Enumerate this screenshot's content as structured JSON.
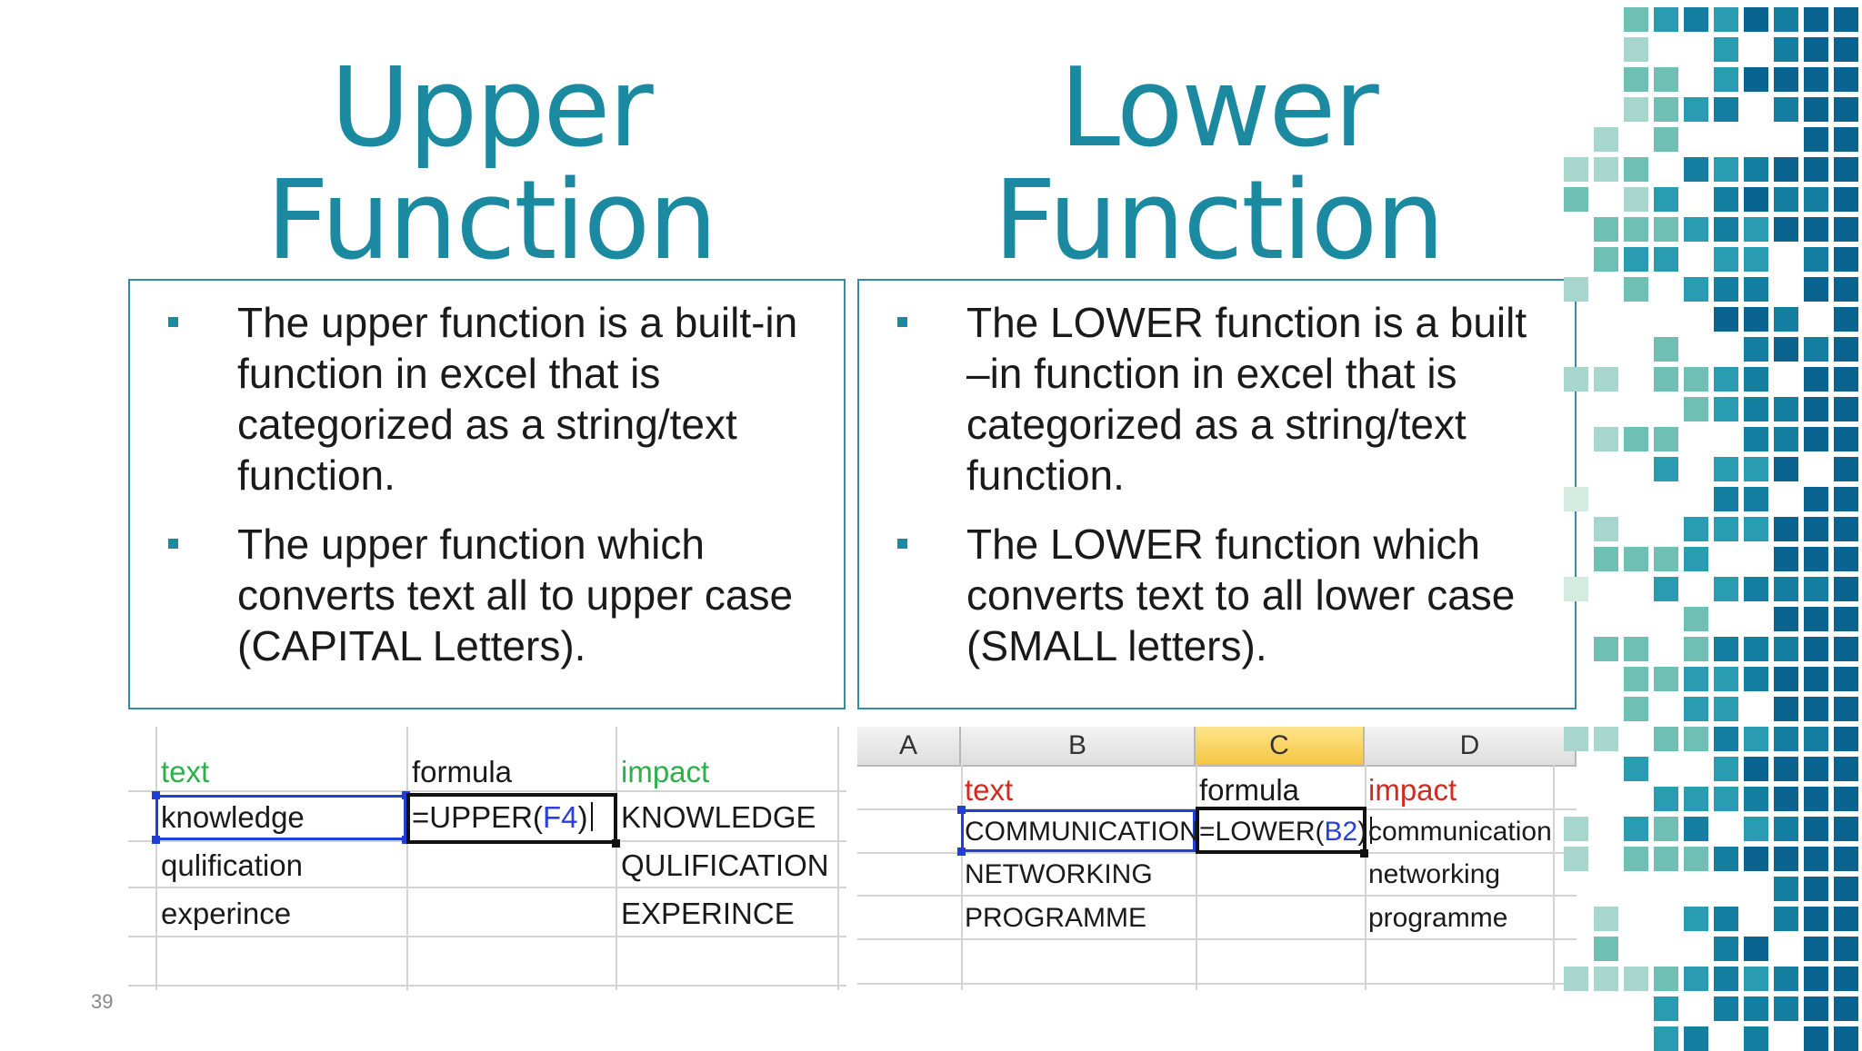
{
  "slide": {
    "page_number": "39",
    "left": {
      "title": "Upper Function",
      "bullets": [
        "The upper function is a built-in function in excel that is categorized as a    string/text function.",
        "The upper function which converts text all to upper case (CAPITAL Letters)."
      ],
      "sheet": {
        "headers": [
          "text",
          "formula",
          "impact"
        ],
        "formula_prefix": "=UPPER(",
        "formula_ref": "F4",
        "formula_suffix": ")",
        "rows": [
          [
            "knowledge",
            "KNOWLEDGE"
          ],
          [
            "qulification",
            "QULIFICATION"
          ],
          [
            "experince",
            "EXPERINCE"
          ]
        ]
      }
    },
    "right": {
      "title": "Lower Function",
      "bullets": [
        "The LOWER function is a built –in function in excel that is categorized as a string/text function.",
        "The LOWER function which converts text to all lower case (SMALL letters)."
      ],
      "sheet": {
        "columns": [
          "A",
          "B",
          "C",
          "D"
        ],
        "active_column": "C",
        "headers": [
          "text",
          "formula",
          "impact"
        ],
        "formula_prefix": "=LOWER(",
        "formula_ref": "B2",
        "formula_suffix": ")",
        "rows": [
          [
            "COMMUNICATION",
            "communication"
          ],
          [
            "NETWORKING",
            "networking"
          ],
          [
            "PROGRAMME",
            "programme"
          ]
        ]
      }
    },
    "colors": {
      "title": "#1b8aa1",
      "box_border": "#2f8fa0",
      "header_green": "#2db04a",
      "header_red": "#d22a1e",
      "ref_blue": "#2b40d8",
      "mosaic": [
        "#d4ece0",
        "#a6d6cc",
        "#6fbfb5",
        "#2a9cb1",
        "#147fa0",
        "#0b6390"
      ]
    }
  }
}
